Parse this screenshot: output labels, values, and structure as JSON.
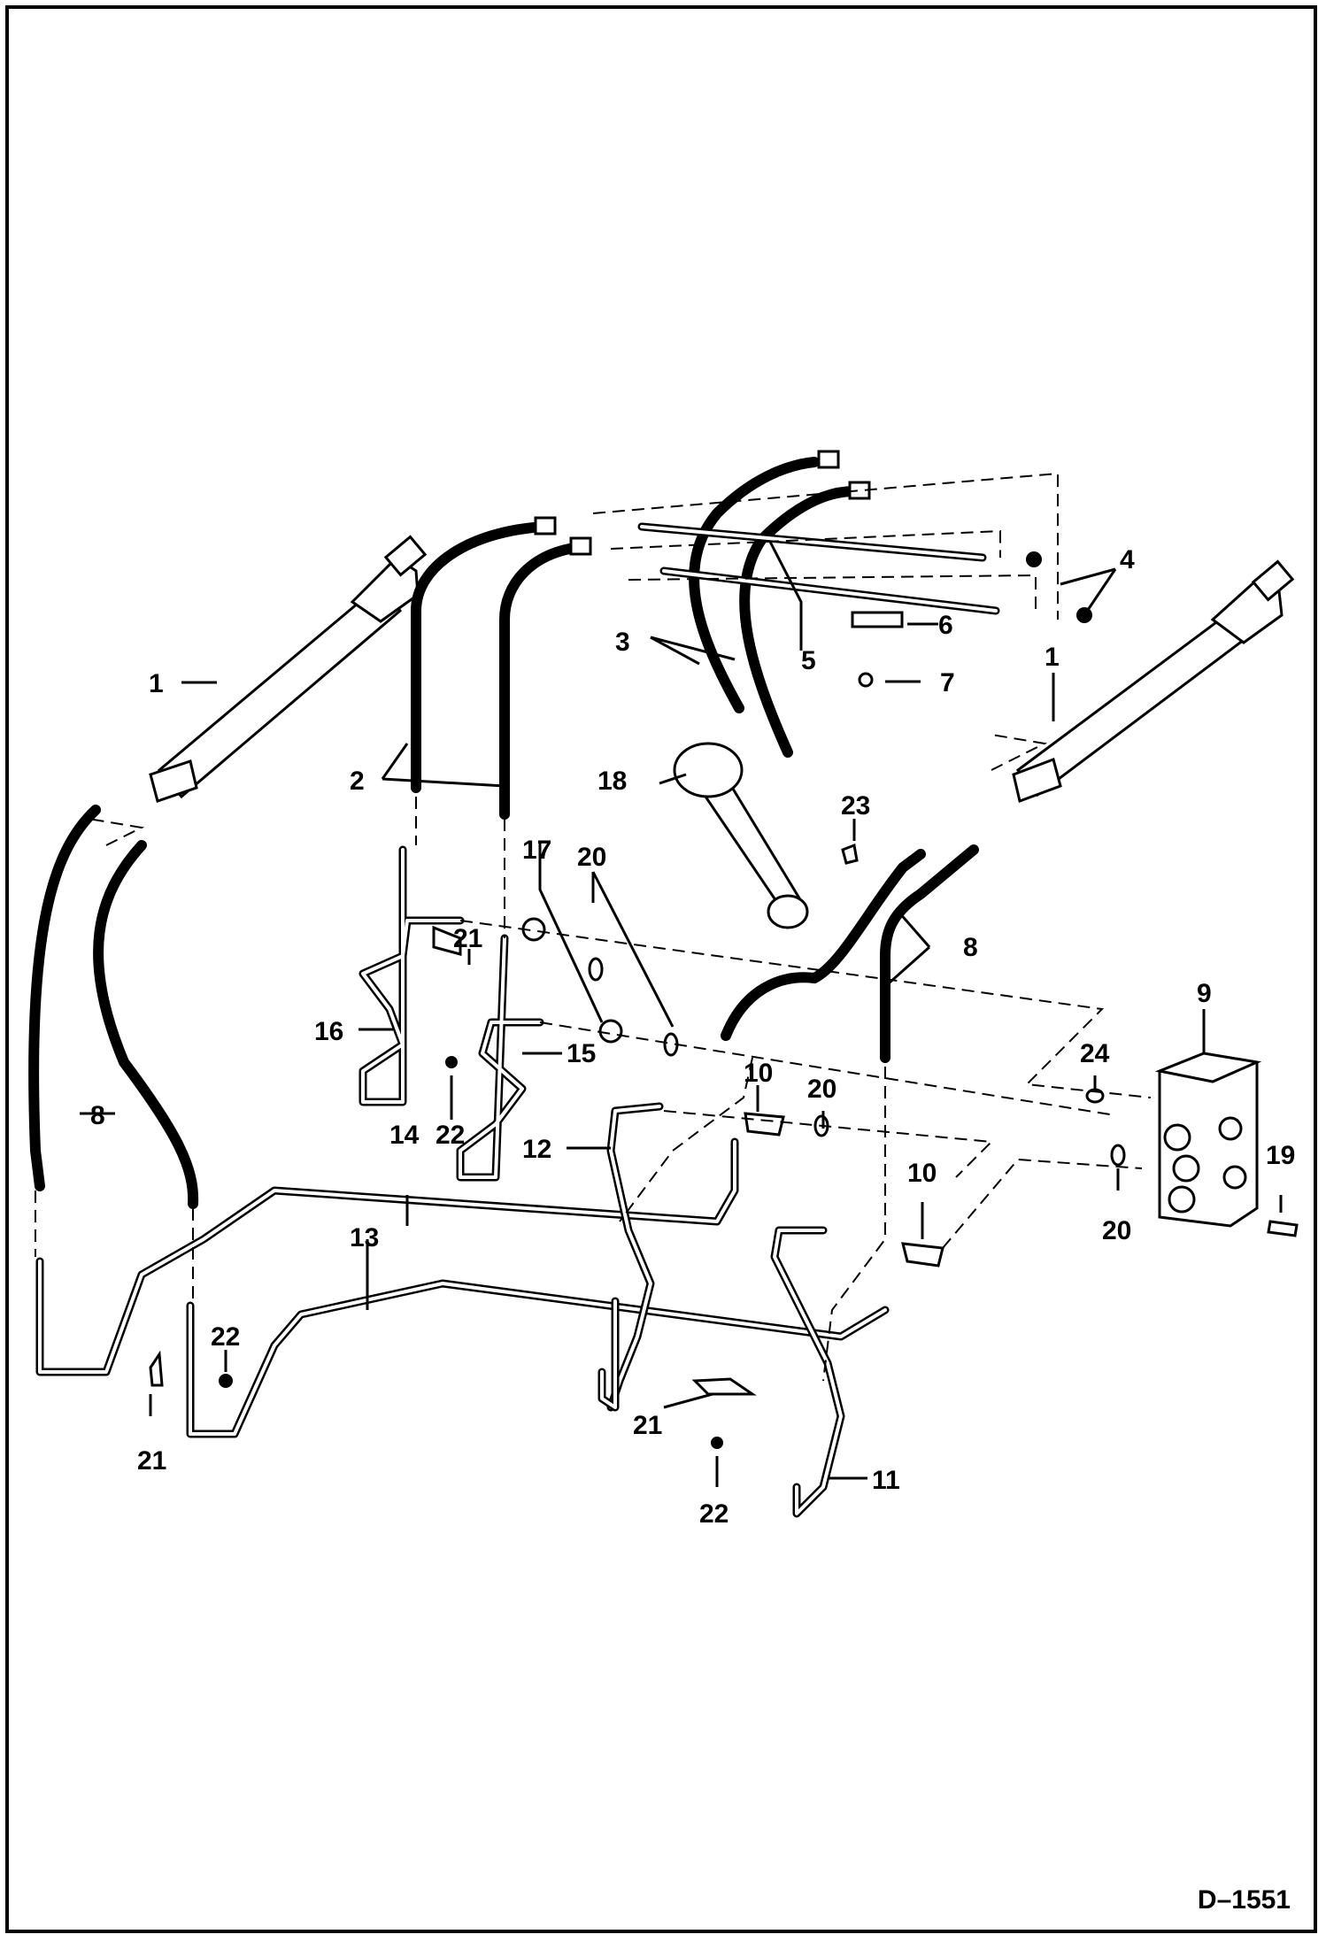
{
  "drawing_number": "D–1551",
  "callouts": {
    "c1a": "1",
    "c1b": "1",
    "c2": "2",
    "c3": "3",
    "c4": "4",
    "c5": "5",
    "c6": "6",
    "c7": "7",
    "c8a": "8",
    "c8b": "8",
    "c9": "9",
    "c10a": "10",
    "c10b": "10",
    "c11": "11",
    "c12": "12",
    "c13": "13",
    "c14": "14",
    "c15": "15",
    "c16": "16",
    "c17": "17",
    "c18": "18",
    "c19": "19",
    "c20a": "20",
    "c20b": "20",
    "c20c": "20",
    "c21a": "21",
    "c21b": "21",
    "c21c": "21",
    "c22a": "22",
    "c22b": "22",
    "c22c": "22",
    "c23": "23",
    "c24": "24"
  }
}
